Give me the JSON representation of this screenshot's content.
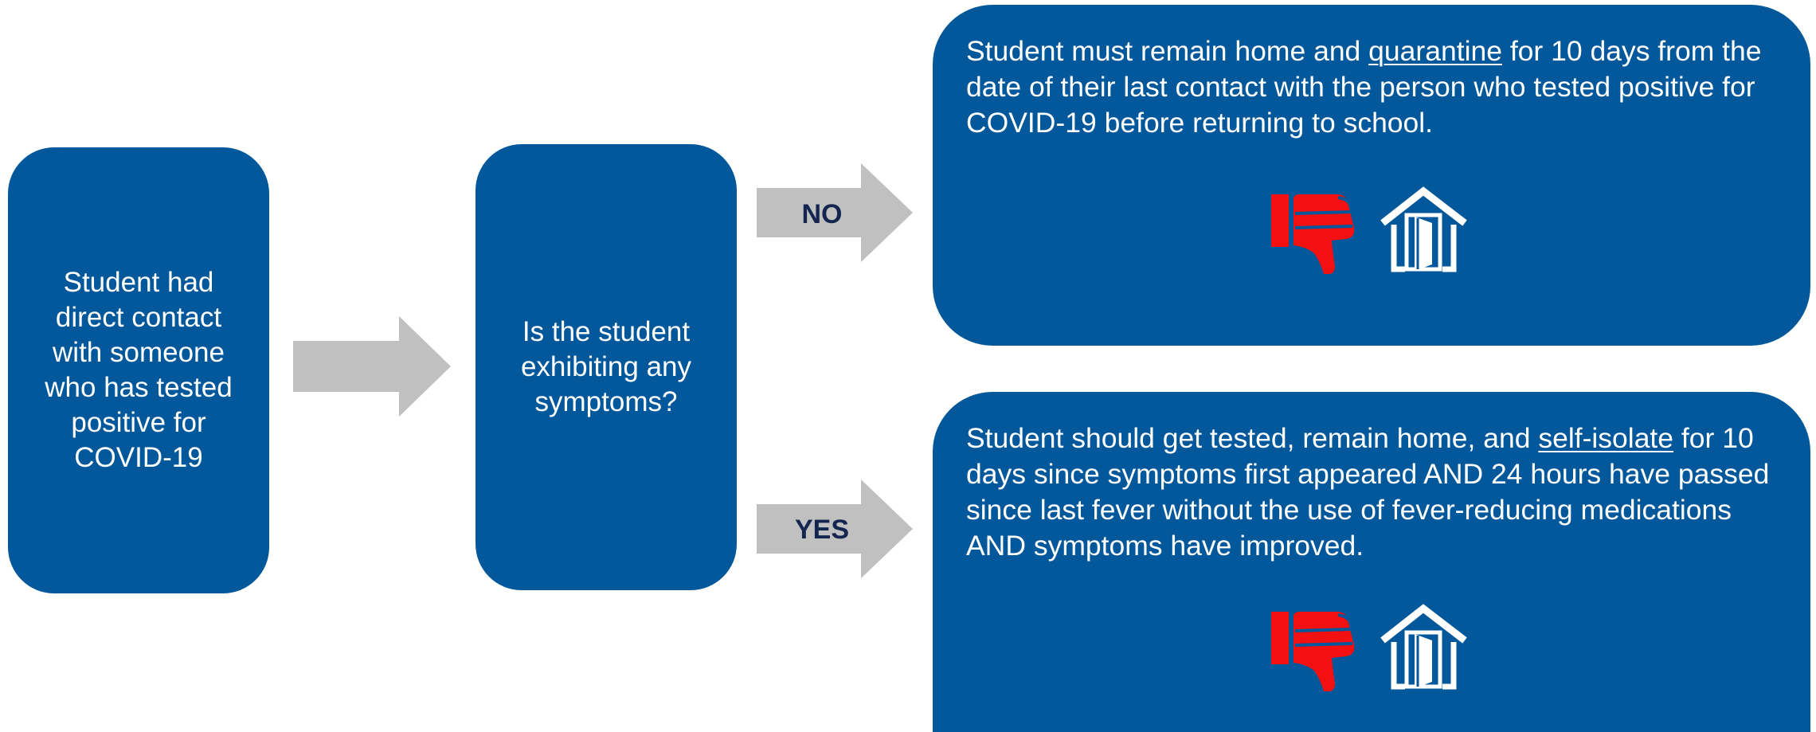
{
  "start_box": {
    "text": "Student had direct contact with someone who has tested positive for COVID-19"
  },
  "question_box": {
    "text": "Is the student exhibiting any symptoms?"
  },
  "arrows": {
    "no_label": "NO",
    "yes_label": "YES"
  },
  "outcome_no": {
    "text_before": "Student must remain home and ",
    "underlined": "quarantine",
    "text_after": " for 10 days from the date of their last contact with the person who tested positive for COVID-19 before returning to school.",
    "icons": [
      "thumbs-down-icon",
      "home-stay-icon"
    ]
  },
  "outcome_yes": {
    "text_before": "Student should get tested, remain home, and ",
    "underlined": "self-isolate",
    "text_after": " for 10 days since symptoms first appeared AND 24 hours have passed since last fever without the use of fever-reducing medications AND symptoms have improved.",
    "icons": [
      "thumbs-down-icon",
      "home-stay-icon"
    ]
  },
  "colors": {
    "box_blue": "#02589A",
    "arrow_gray": "#C0C0C0",
    "thumb_red": "#F21010",
    "label_navy": "#14264F",
    "text_white": "#FFFFFF"
  }
}
